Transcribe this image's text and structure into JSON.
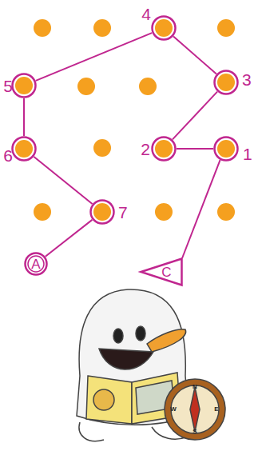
{
  "diagram": {
    "nodes": [
      {
        "text": [
          "4"
        ]
      },
      {
        "text": [
          "5"
        ]
      },
      {
        "text": [
          "3"
        ]
      },
      {
        "text": [
          "2"
        ]
      },
      {
        "text": [
          "1"
        ]
      },
      {
        "text": [
          "6"
        ]
      },
      {
        "text": [
          "7"
        ]
      },
      {
        "text": [
          "A"
        ]
      },
      {
        "text": [
          "C"
        ]
      }
    ],
    "edges": [
      {
        "from": 7,
        "to": 6,
        "arrow": "none"
      },
      {
        "from": 6,
        "to": 5,
        "arrow": "none"
      },
      {
        "from": 5,
        "to": 1,
        "arrow": "none"
      },
      {
        "from": 1,
        "to": 0,
        "arrow": "none"
      },
      {
        "from": 0,
        "to": 2,
        "arrow": "none"
      },
      {
        "from": 2,
        "to": 3,
        "arrow": "none"
      },
      {
        "from": 3,
        "to": 4,
        "arrow": "none"
      },
      {
        "from": 4,
        "to": 8,
        "arrow": "none"
      }
    ],
    "labels": [
      "N",
      "E",
      "S",
      "W"
    ]
  }
}
